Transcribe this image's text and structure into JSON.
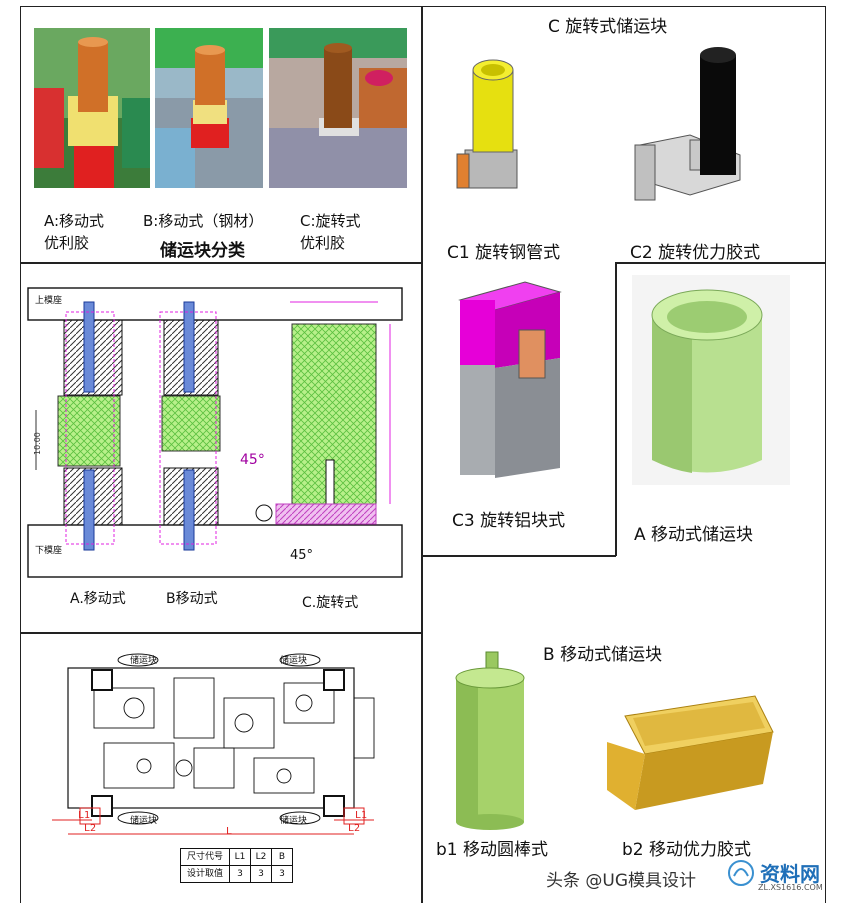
{
  "top_left": {
    "photo_captions": [
      "A:移动式\n优利胶",
      "B:移动式（钢材）",
      "C:旋转式\n优利胶"
    ],
    "caption_a_line1": "A:移动式",
    "caption_a_line2": "优利胶",
    "caption_b": "B:移动式（钢材）",
    "caption_c_line1": "C:旋转式",
    "caption_c_line2": "优利胶",
    "heading": "储运块分类"
  },
  "right_top": {
    "title": "C  旋转式储运块",
    "c1": "C1 旋转钢管式",
    "c2": "C2 旋转优力胶式",
    "c3": "C3 旋转铝块式",
    "a": "A 移动式储运块"
  },
  "drawing": {
    "top_label": "上模座",
    "bottom_label": "下模座",
    "a_label": "A.移动式",
    "b_label": "B移动式",
    "c_label": "C.旋转式",
    "angle_label": "45°"
  },
  "bottom_right": {
    "title": "B 移动式储运块",
    "b1": "b1 移动圆棒式",
    "b2": "b2 移动优力胶式"
  },
  "layout_table": {
    "row1": [
      "尺寸代号",
      "L1",
      "L2",
      "B"
    ],
    "row2": [
      "设计取值",
      "3",
      "3",
      "3"
    ],
    "tag": "储运块",
    "dim_L": "L",
    "dim_L1": "L1",
    "dim_L2": "L2"
  },
  "watermark": {
    "text": "头条 @UG模具设计",
    "site": "资料网",
    "site_url": "ZL.XS1616.COM"
  },
  "colors": {
    "green_block": "#b8f08a",
    "magenta_block": "#e600d8",
    "yellow_tube": "#e8e010",
    "olive_green": "#a6d26a",
    "gold_block": "#d8a82a"
  }
}
